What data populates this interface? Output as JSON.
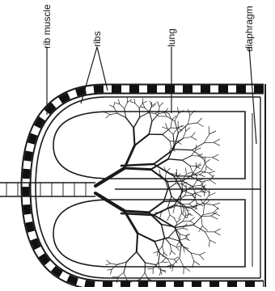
{
  "diagram": {
    "labels": {
      "rib_muscle": "rib muscle",
      "ribs": "ribs",
      "lung": "lung",
      "diaphragm": "diaphragm"
    },
    "colors": {
      "line": "#1a1a1a",
      "rib_fill": "#111111",
      "muscle_fill": "#ffffff",
      "background": "#ffffff"
    }
  }
}
